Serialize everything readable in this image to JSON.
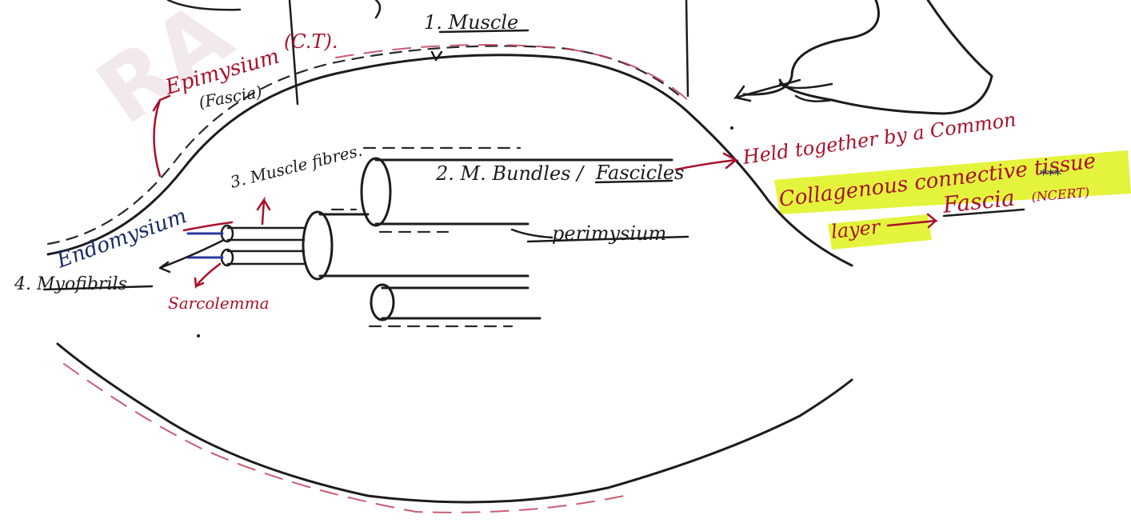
{
  "labels": {
    "muscle": "1. Muscle",
    "epimysium": "Epimysium",
    "ct": "(C.T).",
    "fascia_paren": "(Fascia)",
    "bundles": "2. M. Bundles /",
    "fascicles": "Fascicles",
    "muscle_fibres": "3. Muscle fibres.",
    "endomysium": "Endomysium",
    "myofibrils": "4. Myofibrils",
    "sarcolemma": "Sarcolemma",
    "perimysium": "perimysium"
  },
  "note": {
    "line1": "Held together by a Common",
    "line2": "Collagenous connective tissue",
    "stars": "***",
    "line3_a": "layer",
    "line3_b": "Fascia",
    "line3_c": "(NCERT)"
  },
  "colors": {
    "ink_black": "#1c1c1c",
    "ink_red": "#a8102a",
    "ink_blue": "#1a2a66",
    "highlighter": "#dff21a"
  }
}
